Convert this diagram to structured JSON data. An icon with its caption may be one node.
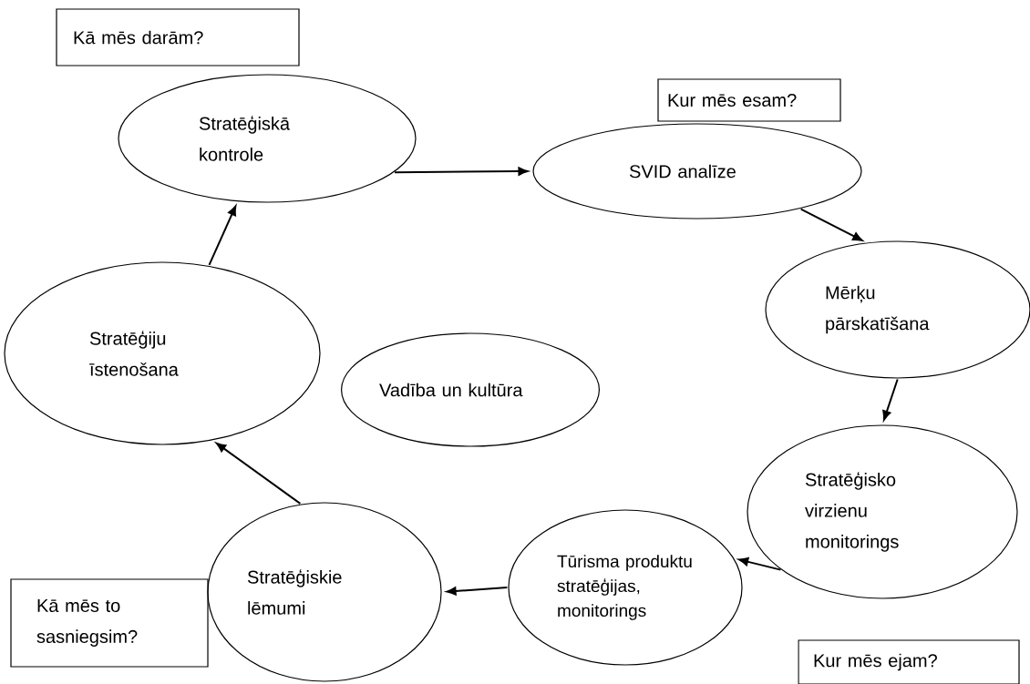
{
  "diagram": {
    "nodes": [
      {
        "text": [
          "Kā mēs darām?"
        ]
      },
      {
        "text": [
          "Kur mēs esam?"
        ]
      },
      {
        "text": [
          "Stratēģiskā kontrole"
        ]
      },
      {
        "text": [
          "SVID analīze"
        ]
      },
      {
        "text": [
          "Mērķu pārskatīšana"
        ]
      },
      {
        "text": [
          "Stratēģiju īstenošana"
        ]
      },
      {
        "text": [
          "Vadība un kultūra"
        ]
      },
      {
        "text": [
          "Stratēģisko virzienu monitorings"
        ]
      },
      {
        "text": [
          "Stratēģiskie lēmumi"
        ]
      },
      {
        "text": [
          "Tūrisma produktu stratēģijas, monitorings"
        ]
      },
      {
        "text": [
          "Kā mēs to sasniegsim?"
        ]
      },
      {
        "text": [
          "Kur mēs ejam?"
        ]
      }
    ],
    "edges": [
      {
        "from": 2,
        "to": 3,
        "arrow": "to"
      },
      {
        "from": 3,
        "to": 4,
        "arrow": "to"
      },
      {
        "from": 4,
        "to": 7,
        "arrow": "to"
      },
      {
        "from": 7,
        "to": 9,
        "arrow": "to"
      },
      {
        "from": 9,
        "to": 8,
        "arrow": "to"
      },
      {
        "from": 8,
        "to": 5,
        "arrow": "to"
      },
      {
        "from": 5,
        "to": 2,
        "arrow": "to"
      }
    ]
  }
}
